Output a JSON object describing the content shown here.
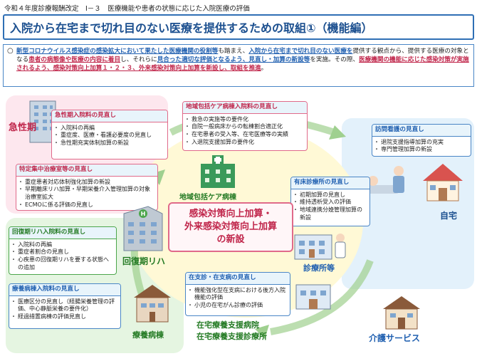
{
  "header_caption": "令和４年度診療報酬改定　Ⅰ－３　医療機能や患者の状態に応じた入院医療の評価",
  "title": "入院から在宅まで切れ目のない医療を提供するための取組①（機能編）",
  "summary": {
    "bullet": "○",
    "p1": "新型コロナウイルス感染症の感染拡大において果たした医療機関の役割等",
    "p2": "も踏まえ、",
    "p3": "入院から在宅まで切れ目のない医療を",
    "p4": "提供する観点から、提供する医療の対象となる",
    "p5": "患者の病態像や医療の内容に着目",
    "p6": "し、それらに",
    "p7": "見合った適切な評価となるよう、",
    "p8": "見直し・加算の新設等",
    "p9": "を実施。その際、",
    "p10": "医療機関の機能に応じた感染対策が実施されるよう、感染対策向上加算１・２・３、",
    "p11": "外来感染対策向上加算を新設し、取組を推進",
    "p12": "。"
  },
  "acute_box": {
    "label": "急性期",
    "header": "急性期入院料の見直し",
    "items": [
      "入院料の再編",
      "重症度、医療・看護必要度の見直し",
      "急性期充実体制加算の新設"
    ]
  },
  "icu_box": {
    "header": "特定集中治療室等の見直し",
    "items": [
      "重症患者対応体制強化加算の新設",
      "早期離床リハ加算・早期栄養介入管理加算の対象治療室拡大",
      "ECMOに係る評価の見直し"
    ]
  },
  "community_box": {
    "header": "地域包括ケア病棟入院料の見直し",
    "items": [
      "救急の実施等の要件化",
      "自院一般病床からの転棟割合適正化",
      "在宅患者の受入等、在宅医療等の実績",
      "入退院支援加算の要件化"
    ],
    "label": "地域包括ケア病棟"
  },
  "visit_box": {
    "header": "訪問看護の見直し",
    "items": [
      "退院支援指導加算の充実",
      "専門管理加算の新設"
    ]
  },
  "clinic_box": {
    "header": "有床診療所の見直し",
    "items": [
      "初期加算の見直し",
      "維持透析受入の評価",
      "地域連携分娩管理加算の新設"
    ],
    "label": "診療所等"
  },
  "rehab_box": {
    "header": "回復期リハ入院料の見直し",
    "items": [
      "入院料の再編",
      "重症者割合の見直し",
      "心疾患の回復期リハを要する状態への追加"
    ],
    "label": "回復期リハ"
  },
  "longterm_box": {
    "header": "療養病棟入院料の見直し",
    "items": [
      "医療区分の見直し（経腸栄養管理の評価、中心静脈栄養の要件化）",
      "経過措置病棟の評価見直し"
    ],
    "label": "療養病棟"
  },
  "home_support_box": {
    "header": "在支診・在支病の見直し",
    "items": [
      "機能強化型在支病における後方入院機能の評価",
      "小児の在宅がん診療の評価"
    ],
    "label1": "在宅療養支援病院",
    "label2": "在宅療養支援診療所"
  },
  "center": {
    "line1": "感染対策向上加算・",
    "line2": "外来感染対策向上加算",
    "line3": "の新設"
  },
  "home_label": "自宅",
  "care_label": "介護サービス",
  "hospital_sign": "H",
  "colors": {
    "pink_accent": "#c0264b",
    "blue_accent": "#1f5fb0",
    "green_accent": "#237a23"
  }
}
